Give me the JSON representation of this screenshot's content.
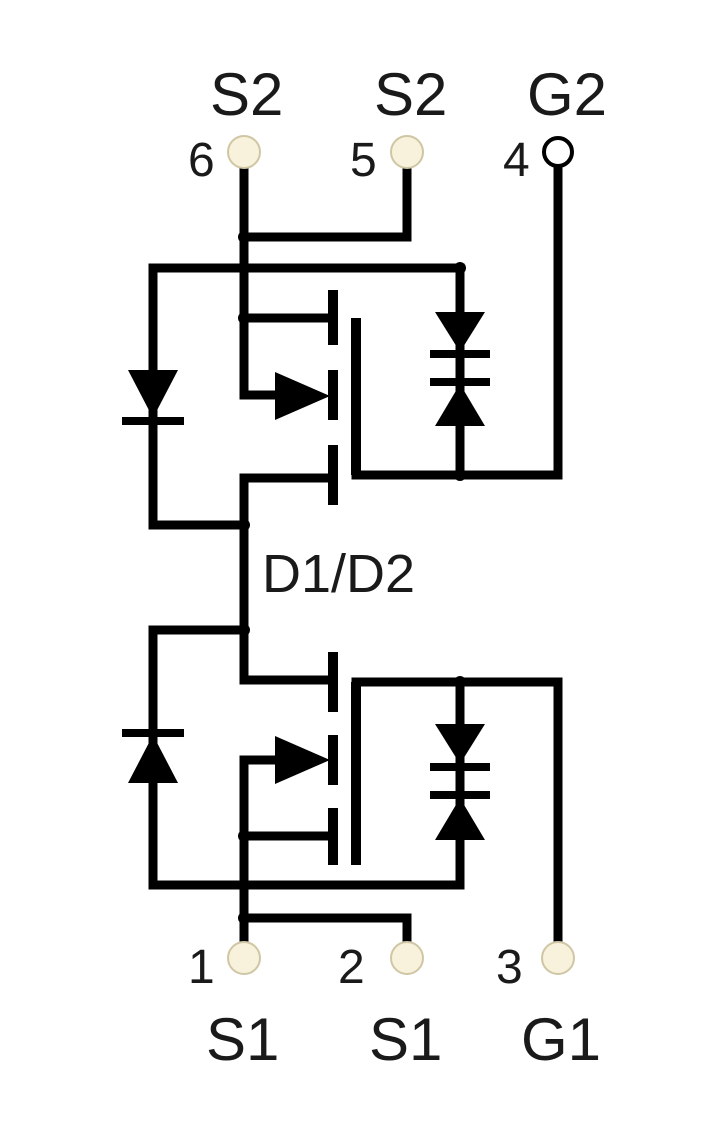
{
  "pins": {
    "p6": {
      "number": "6",
      "name": "S2"
    },
    "p5": {
      "number": "5",
      "name": "S2"
    },
    "p4": {
      "number": "4",
      "name": "G2"
    },
    "p1": {
      "number": "1",
      "name": "S1"
    },
    "p2": {
      "number": "2",
      "name": "S1"
    },
    "p3": {
      "number": "3",
      "name": "G1"
    }
  },
  "node_label": "D1/D2"
}
